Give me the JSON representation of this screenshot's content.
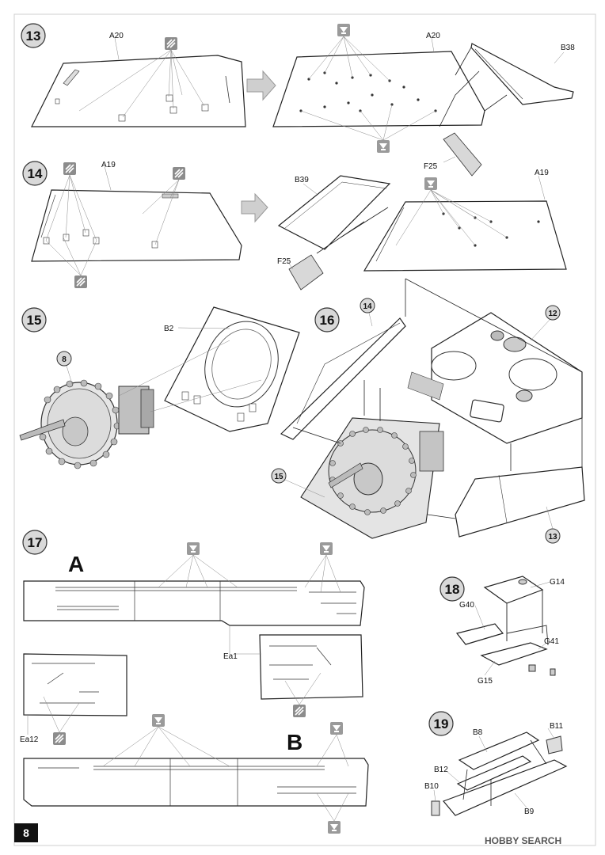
{
  "page": {
    "number": "8"
  },
  "watermark": {
    "text": "HOBBY SEARCH"
  },
  "steps": [
    {
      "id": "13",
      "labels": [
        "A20",
        "A20",
        "B38",
        "F25"
      ]
    },
    {
      "id": "14",
      "labels": [
        "A19",
        "B39",
        "A19",
        "F25"
      ]
    },
    {
      "id": "15",
      "labels": [
        "B2"
      ],
      "callouts": [
        "8"
      ]
    },
    {
      "id": "16",
      "callouts": [
        "14",
        "12",
        "15",
        "13"
      ]
    },
    {
      "id": "17",
      "labels": [
        "Ea1",
        "Ea12"
      ],
      "variants": [
        "A",
        "B"
      ]
    },
    {
      "id": "18",
      "labels": [
        "G14",
        "G40",
        "G41",
        "G15"
      ]
    },
    {
      "id": "19",
      "labels": [
        "B8",
        "B11",
        "B12",
        "B10",
        "B9"
      ]
    }
  ],
  "icons": {
    "glue": "glue-icon",
    "drill": "drill-hole-icon",
    "flow": "next-arrow-icon"
  }
}
